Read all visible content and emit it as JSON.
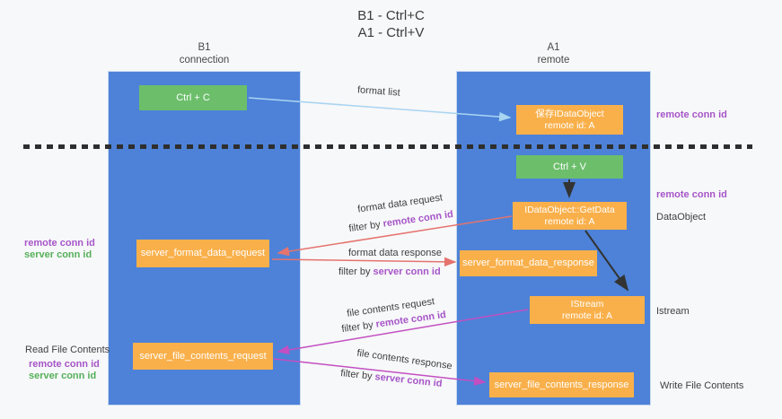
{
  "title": {
    "line1": "B1 - Ctrl+C",
    "line2": "A1 - Ctrl+V"
  },
  "columns": {
    "left": {
      "name": "B1",
      "subtitle": "connection"
    },
    "right": {
      "name": "A1",
      "subtitle": "remote"
    }
  },
  "nodes": {
    "ctrl_c": {
      "label": "Ctrl + C"
    },
    "save_idataobject": {
      "line1": "保存IDataObject",
      "line2": "remote id: A"
    },
    "ctrl_v": {
      "label": "Ctrl + V"
    },
    "getdata": {
      "line1": "IDataObject::GetData",
      "line2": "remote id: A"
    },
    "format_request": {
      "label": "server_format_data_request"
    },
    "format_response": {
      "label": "server_format_data_response"
    },
    "istream": {
      "line1": "IStream",
      "line2": "remote id: A"
    },
    "file_request": {
      "label": "server_file_contents_request"
    },
    "file_response": {
      "label": "server_file_contents_response"
    }
  },
  "flow_labels": {
    "format_list": "format list",
    "format_data_request": "format data request",
    "format_data_response": "format data response",
    "file_contents_request": "file contents request",
    "file_contents_response": "file contents response",
    "filter_by": "filter by",
    "remote_conn_id": "remote conn id",
    "server_conn_id": "server conn id"
  },
  "side_labels": {
    "remote_conn_id": "remote conn id",
    "server_conn_id": "server conn id",
    "dataobject": "DataObject",
    "istream": "Istream",
    "read_file_contents": "Read File Contents",
    "write_file_contents": "Write File Contents"
  },
  "colors": {
    "column_blue": "#4d82d8",
    "box_green": "#6cbe6b",
    "box_orange": "#f9b04b",
    "arrow_light_blue": "#a8d4f2",
    "arrow_salmon": "#e5736e",
    "arrow_magenta": "#c24fc2",
    "arrow_black": "#333333",
    "label_purple": "#a655c8",
    "label_green": "#55b05a"
  }
}
